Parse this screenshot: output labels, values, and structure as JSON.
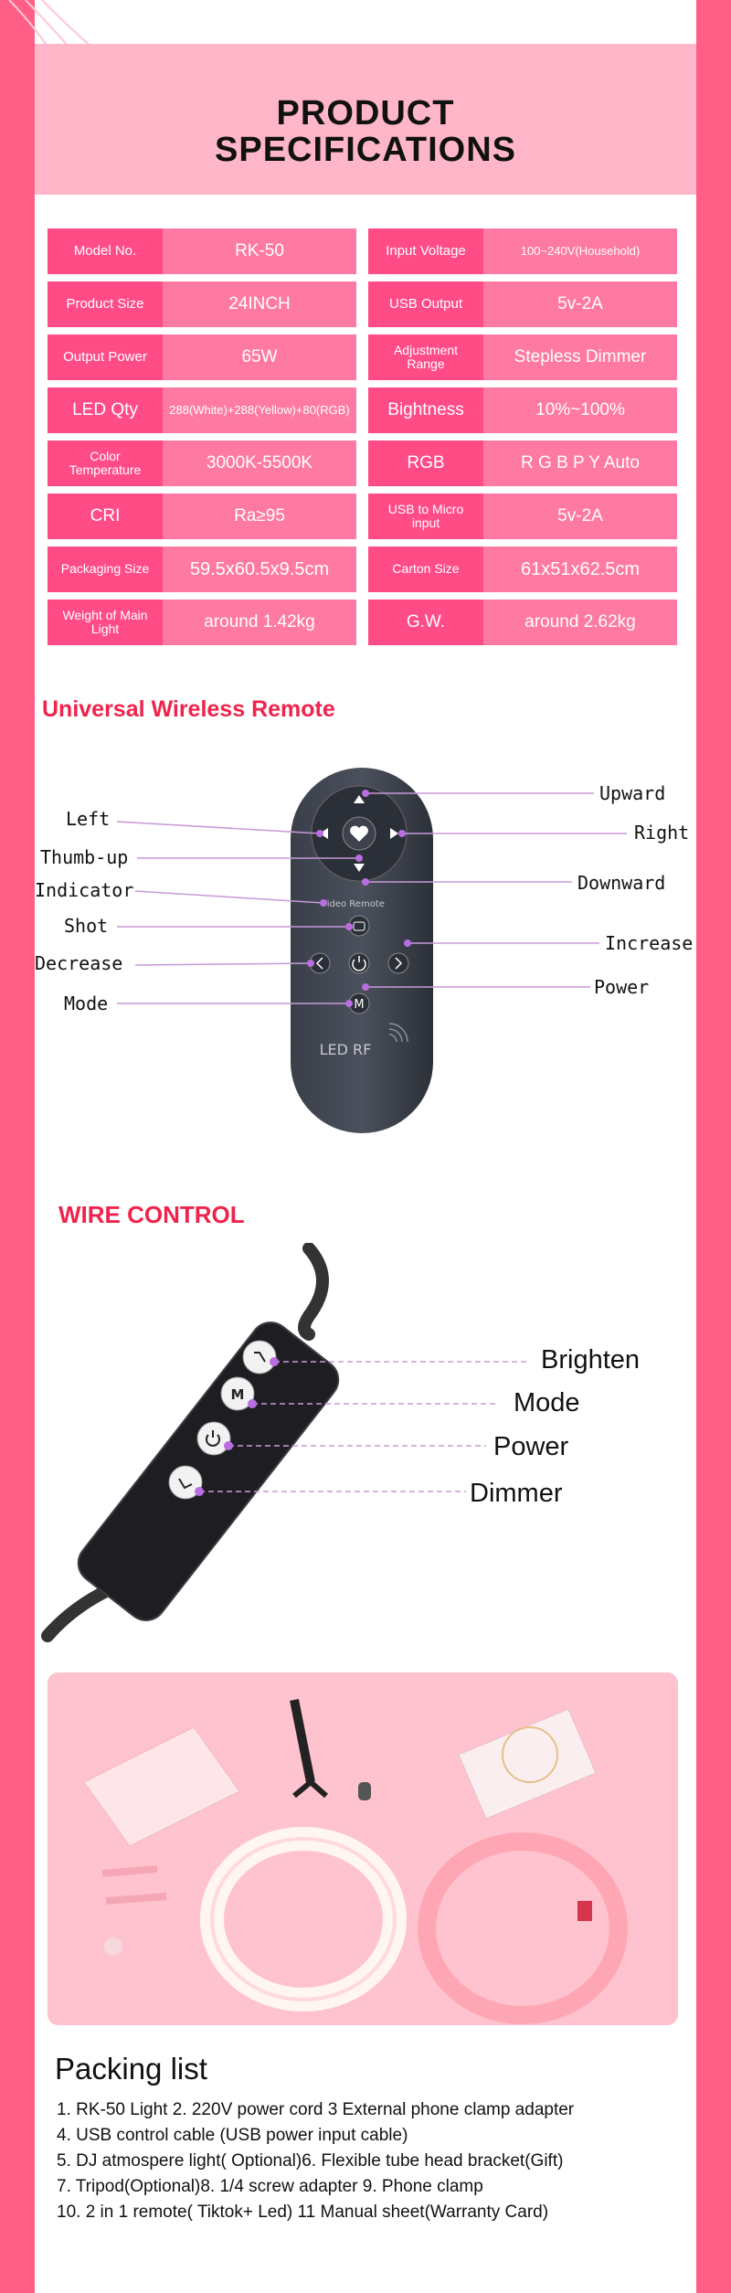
{
  "header": {
    "title_line1": "PRODUCT",
    "title_line2": "SPECIFICATIONS"
  },
  "specs": [
    [
      {
        "label": "Model No.",
        "value": "RK-50"
      },
      {
        "label": "Input Voltage",
        "value": "100~240V(Household)"
      }
    ],
    [
      {
        "label": "Product Size",
        "value": "24INCH"
      },
      {
        "label": "USB Output",
        "value": "5v-2A"
      }
    ],
    [
      {
        "label": "Output Power",
        "value": "65W"
      },
      {
        "label": "Adjustment Range",
        "value": "Stepless Dimmer"
      }
    ],
    [
      {
        "label": "LED Qty",
        "value": "288(White)+288(Yellow)+80(RGB)"
      },
      {
        "label": "Bightness",
        "value": "10%~100%"
      }
    ],
    [
      {
        "label": "Color Temperature",
        "value": "3000K-5500K"
      },
      {
        "label": "RGB",
        "value": "R G B P Y Auto"
      }
    ],
    [
      {
        "label": "CRI",
        "value": "Ra≥95"
      },
      {
        "label": "USB to Micro input",
        "value": "5v-2A"
      }
    ],
    [
      {
        "label": "Packaging Size",
        "value": "59.5x60.5x9.5cm"
      },
      {
        "label": "Carton Size",
        "value": "61x51x62.5cm"
      }
    ],
    [
      {
        "label": "Weight of Main Light",
        "value": "around 1.42kg"
      },
      {
        "label": "G.W.",
        "value": "around 2.62kg"
      }
    ]
  ],
  "remote": {
    "title": "Universal Wireless Remote",
    "labels": {
      "left": "Left",
      "thumb_up": "Thumb-up",
      "indicator": "Indicator",
      "shot": "Shot",
      "decrease": "Decrease",
      "mode": "Mode",
      "upward": "Upward",
      "right": "Right",
      "downward": "Downward",
      "increase": "Increase",
      "power": "Power"
    },
    "device_text": "Video  Remote",
    "device_brand": "LED  RF",
    "mode_key": "M"
  },
  "wire": {
    "title": "WIRE CONTROL",
    "labels": {
      "brighten": "Brighten",
      "mode": "Mode",
      "power": "Power",
      "dimmer": "Dimmer"
    },
    "mode_key": "M"
  },
  "packing": {
    "title": "Packing list",
    "lines": [
      "1. RK-50 Light   2. 220V power cord  3 External phone clamp adapter",
      "4. USB control cable (USB power input cable)",
      "5. DJ atmospere light( Optional)6. Flexible tube head bracket(Gift)",
      "7. Tripod(Optional)8. 1/4 screw adapter 9. Phone clamp",
      "10. 2 in 1 remote( Tiktok+ Led) 11 Manual sheet(Warranty Card)"
    ]
  },
  "colors": {
    "page_border": "#ff5f87",
    "label_cell": "#ff4c86",
    "value_cell": "#ff7aa3",
    "title_band": "#ffb6c8",
    "accent_red": "#f0234c"
  }
}
